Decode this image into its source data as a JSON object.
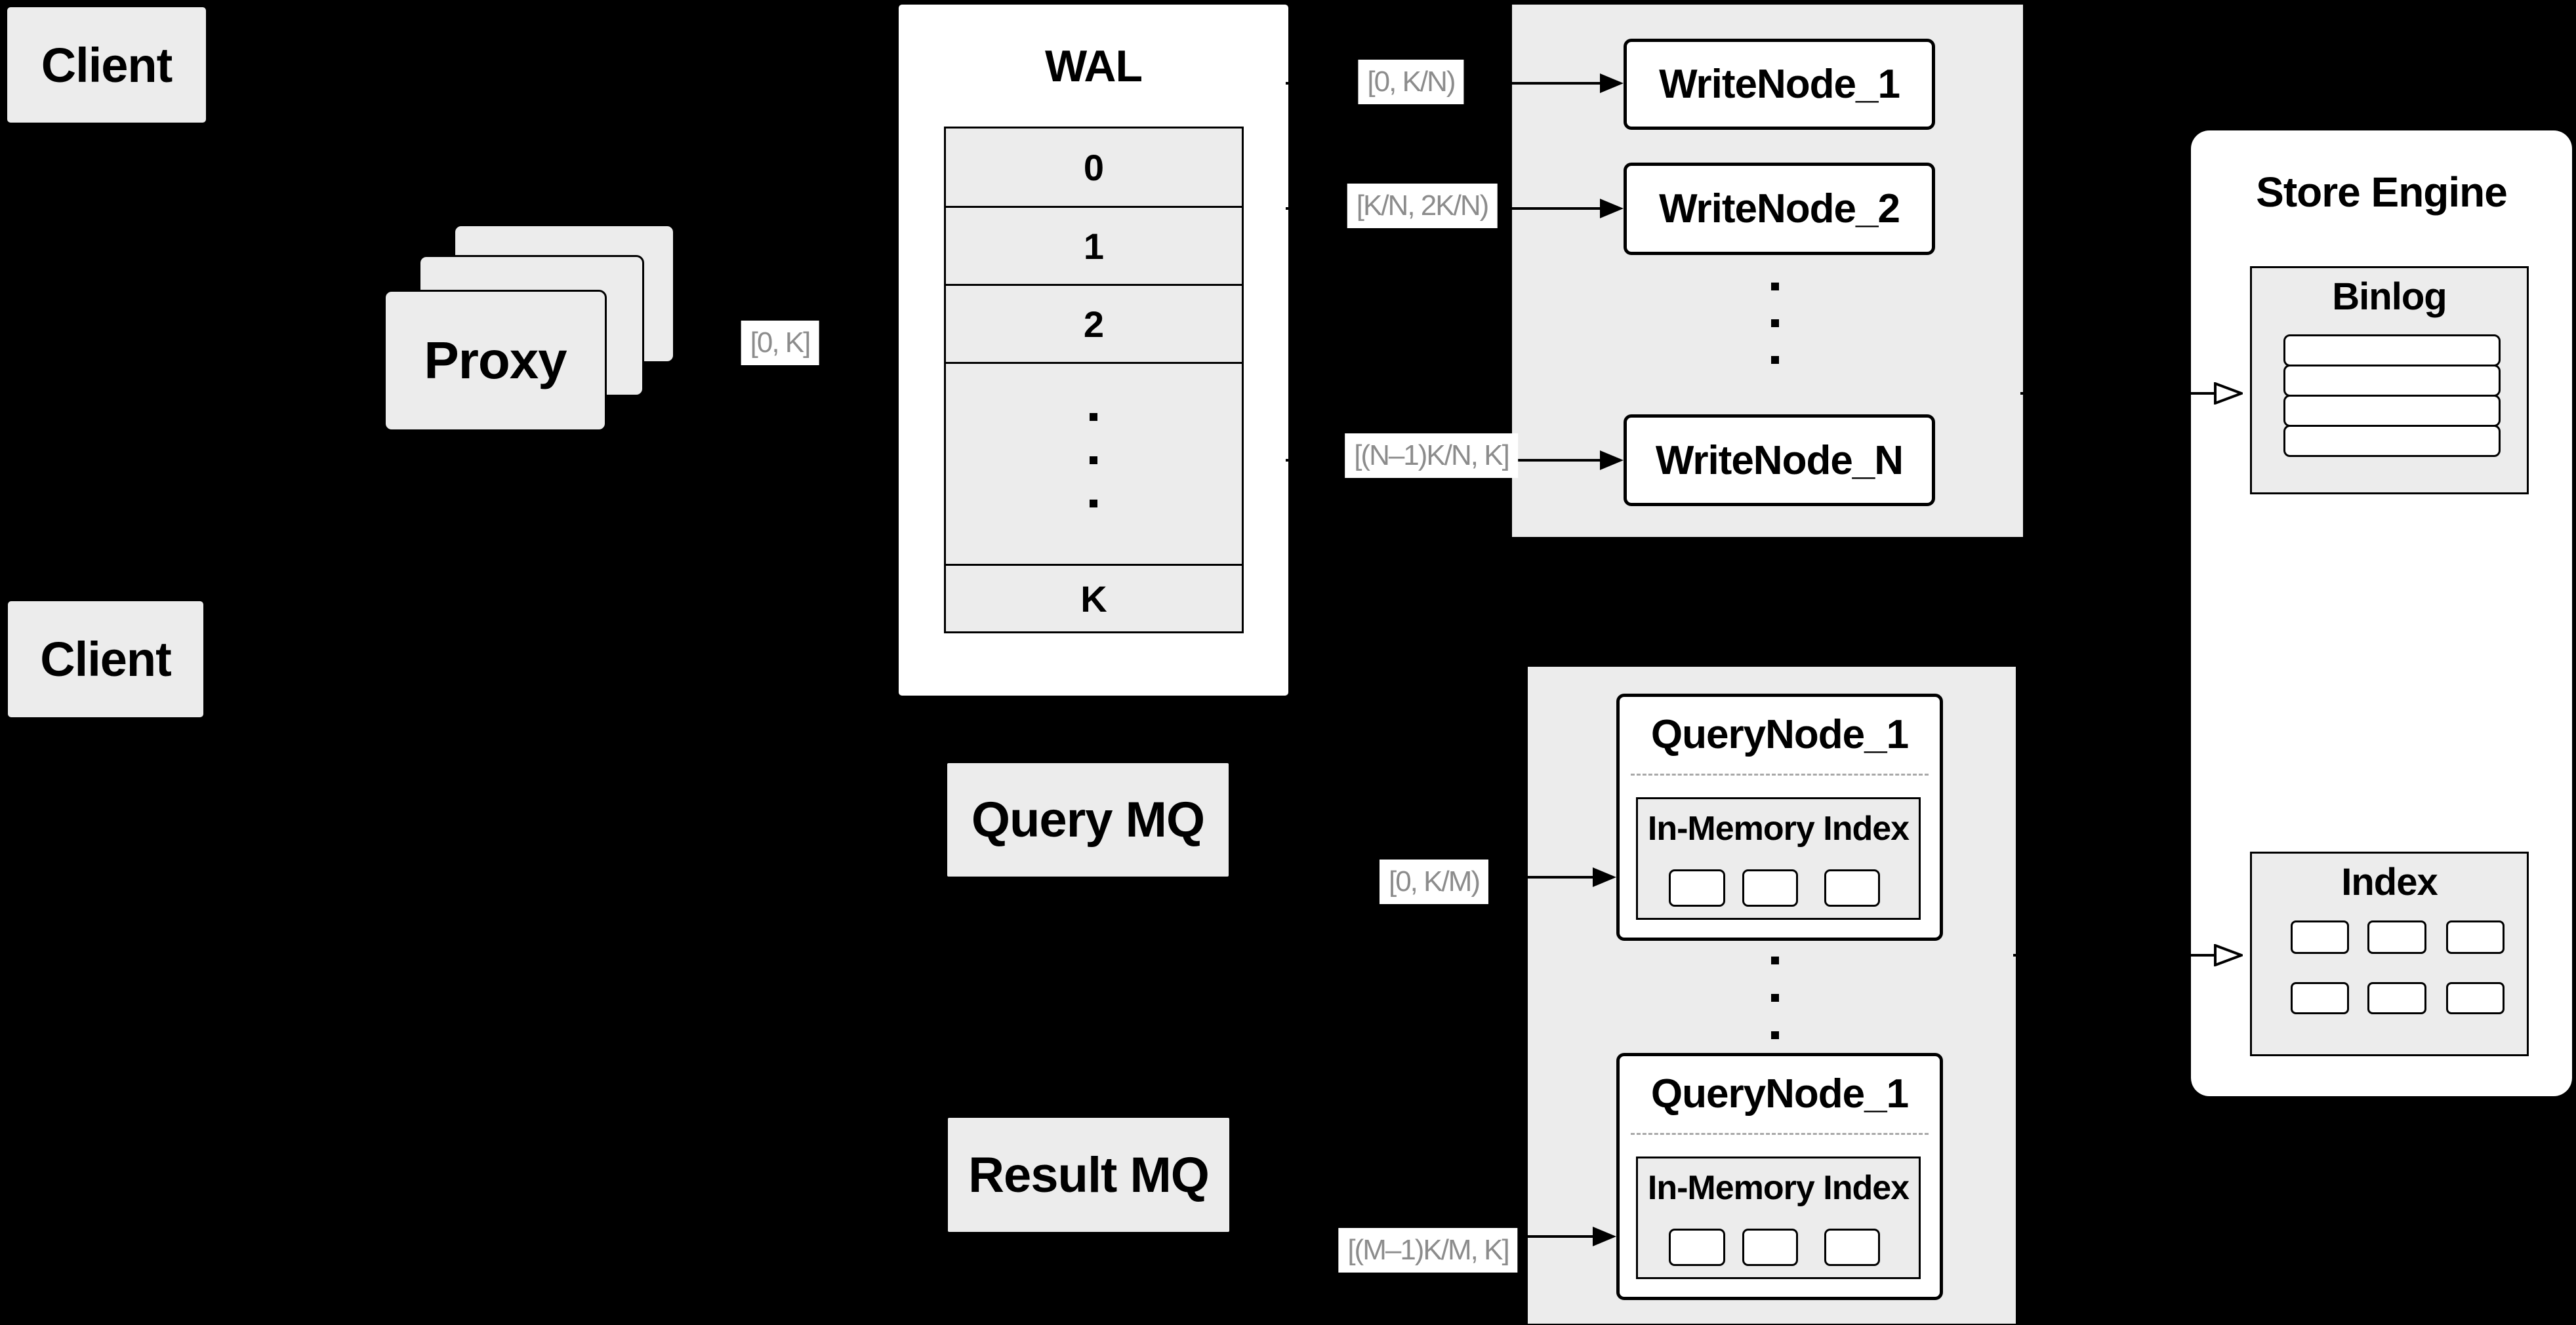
{
  "diagram": {
    "clients": {
      "top": "Client",
      "bottom": "Client"
    },
    "proxy": {
      "label": "Proxy"
    },
    "wal": {
      "title": "WAL",
      "rows": [
        "0",
        "1",
        "2",
        "K"
      ]
    },
    "write_nodes": {
      "node_1": "WriteNode_1",
      "node_2": "WriteNode_2",
      "node_n": "WriteNode_N"
    },
    "mq": {
      "query": "Query MQ",
      "result": "Result MQ"
    },
    "query_nodes": {
      "node_1": {
        "title": "QueryNode_1",
        "inner_title": "In-Memory Index"
      },
      "node_2": {
        "title": "QueryNode_1",
        "inner_title": "In-Memory Index"
      }
    },
    "store_engine": {
      "title": "Store Engine",
      "binlog_title": "Binlog",
      "index_title": "Index"
    },
    "edge_labels": {
      "proxy_to_wal": "[0, K]",
      "wal_to_writenode_1": "[0, K/N)",
      "wal_to_writenode_2": "[K/N, 2K/N)",
      "wal_to_writenode_n": "[(N–1)K/N, K]",
      "querymq_to_querynode_1": "[0, K/M)",
      "resultmq_to_querynode_2": "[(M–1)K/M, K]"
    },
    "colors": {
      "background": "#000000",
      "box_gray": "#ececec",
      "box_white": "#ffffff",
      "border": "#000000",
      "label_text": "#8c8c8c",
      "dashed_divider": "#a8a8a8"
    },
    "icons": {
      "filled_arrowhead": "black right-pointing triangle",
      "open_arrowhead": "hollow right-pointing triangle",
      "vertical_ellipsis": "three stacked square dots"
    }
  }
}
